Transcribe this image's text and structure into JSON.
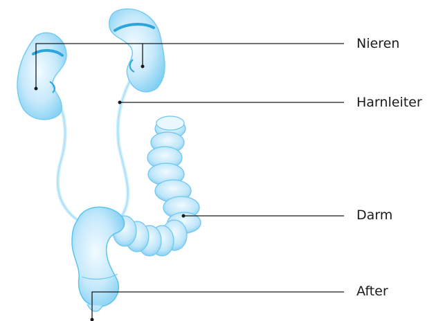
{
  "labels": {
    "kidneys": "Nieren",
    "ureters": "Harnleiter",
    "intestine": "Darm",
    "anus": "After"
  },
  "colors": {
    "organ_fill": "#bfe7fb",
    "organ_light": "#e6f6fe",
    "organ_edge": "#5bc3ef",
    "organ_dark": "#2aa6dc",
    "leader_line": "#1a1a1a"
  }
}
